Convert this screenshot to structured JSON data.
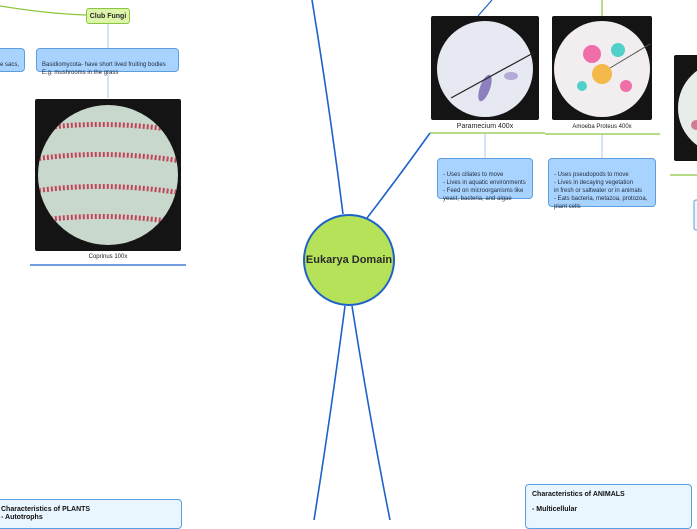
{
  "central": {
    "label": "Eukarya Domain"
  },
  "fungi": {
    "tag": "Club Fungi",
    "left_note": "e sacs,",
    "note": "Basidiomycota- have short lived fruiting bodies\nE.g. mushrooms in the grass",
    "caption": "Coprinus 100x"
  },
  "protists": [
    {
      "caption": "Paramecium 400x",
      "note": "- Uses ciliates to move\n- Lives in aquatic environments\n-  Feed on microorganisms like yeast, bacteria, and algae"
    },
    {
      "caption": "Amoeba Proteus 400x",
      "note": "- Uses pseudopods to move\n- Lives in decaying vegetation\n  in fresh or saltwater or in animals\n- Eats bacteria, metazoa, protozoa, plant cells"
    }
  ],
  "plants": {
    "heading": "Characteristics of PLANTS",
    "line1": "- Autotrophs"
  },
  "animals": {
    "heading": "Characteristics of ANIMALS",
    "line1": "- Multicellular"
  },
  "colors": {
    "central_fill": "#b6e25a",
    "link": "#1e62c9",
    "note_fill": "#a8d3ff",
    "fungi_link": "#8cc63f"
  }
}
